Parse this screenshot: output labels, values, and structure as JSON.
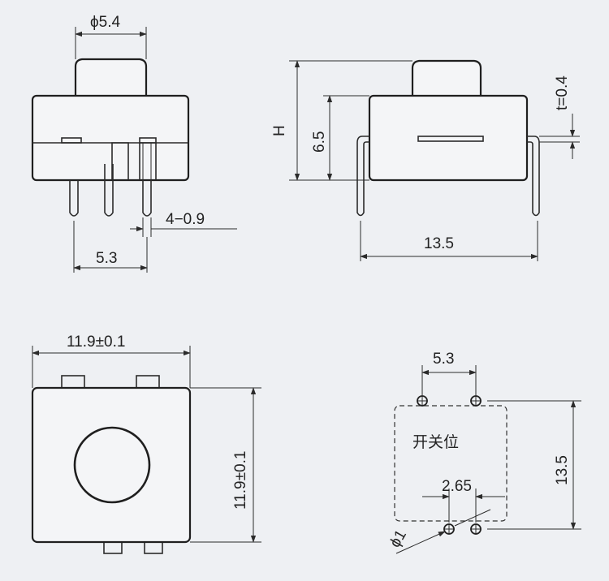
{
  "dimensions": {
    "front_cap_diameter": "ϕ5.4",
    "front_pin_width": "4−0.9",
    "front_pin_pitch": "5.3",
    "side_height": "H",
    "side_body_height": "6.5",
    "side_pin_thickness": "t=0.4",
    "side_pin_span": "13.5",
    "top_width": "11.9±0.1",
    "top_depth": "11.9±0.1",
    "pcb_pitch_top": "5.3",
    "pcb_pitch_vertical": "13.5",
    "pcb_pitch_bottom": "2.65",
    "pcb_hole_diameter": "ϕ1"
  },
  "labels": {
    "switch_position": "开关位"
  },
  "colors": {
    "background": "#eef0f3",
    "line": "#2b2b2b"
  }
}
